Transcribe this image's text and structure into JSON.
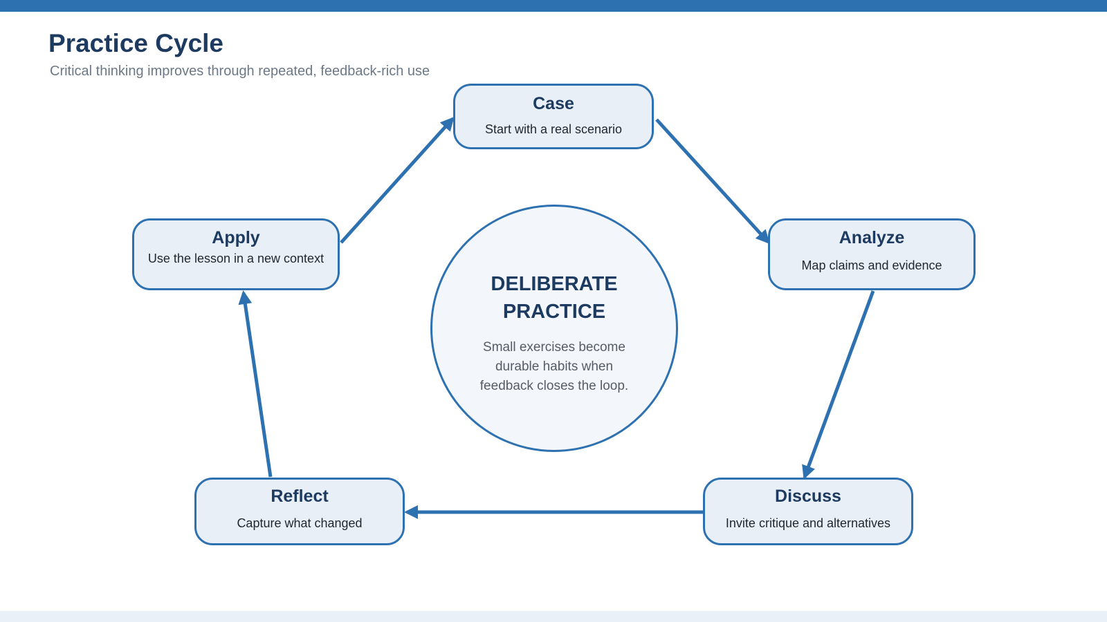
{
  "header": {
    "title": "Practice Cycle",
    "subtitle": "Critical thinking improves through repeated, feedback-rich use"
  },
  "center": {
    "title": "DELIBERATE PRACTICE",
    "text": "Small exercises become durable habits when feedback closes the loop."
  },
  "steps": [
    {
      "name": "Case",
      "description": "Start with a real scenario"
    },
    {
      "name": "Analyze",
      "description": "Map claims and evidence"
    },
    {
      "name": "Discuss",
      "description": "Invite critique and alternatives"
    },
    {
      "name": "Reflect",
      "description": "Capture what changed"
    },
    {
      "name": "Apply",
      "description": "Use the lesson in a new context"
    }
  ],
  "colors": {
    "accent": "#2e71b1",
    "title": "#1d3a60",
    "node_fill": "#e9eff7",
    "hub_fill": "#f3f6fa",
    "subtitle": "#6c7886"
  }
}
